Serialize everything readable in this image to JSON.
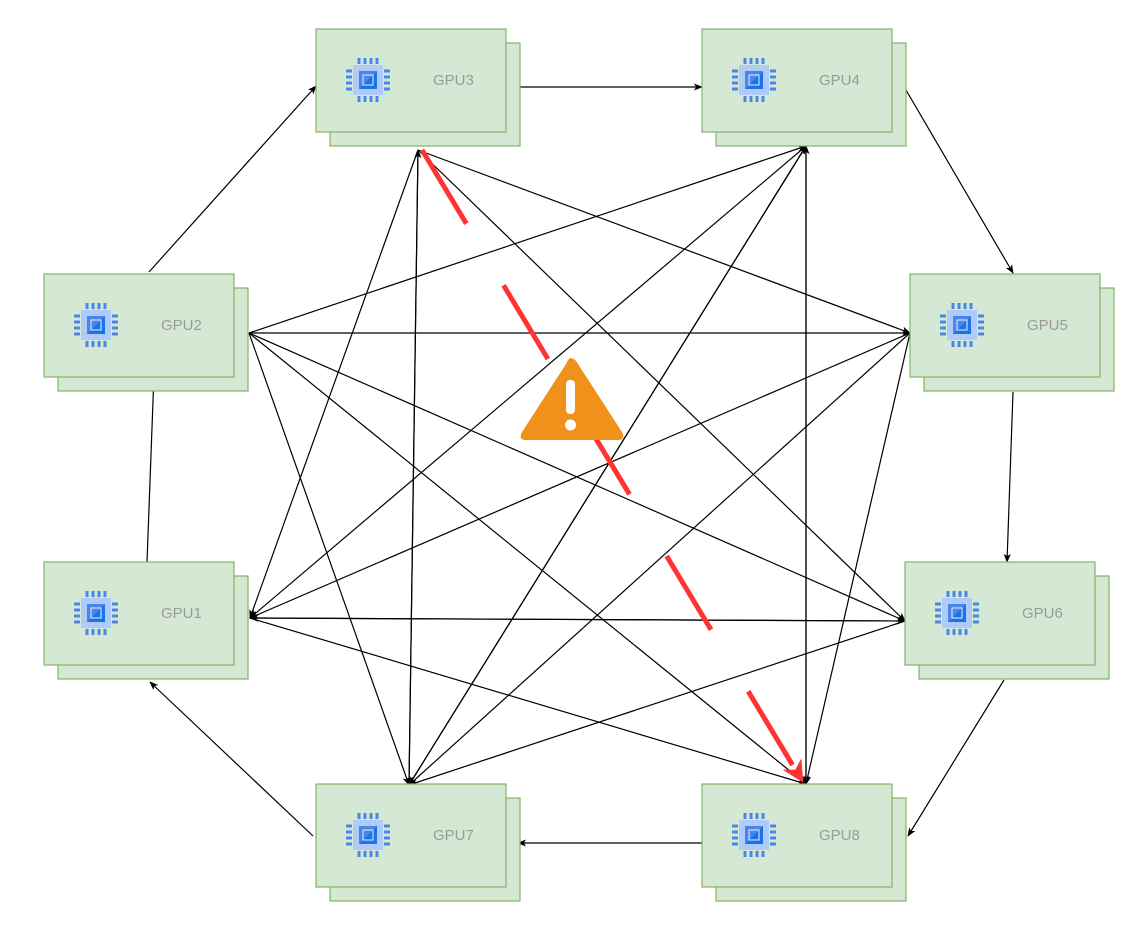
{
  "diagram": {
    "nodes": [
      {
        "id": "gpu1",
        "label": "GPU1",
        "icon": "chip-icon"
      },
      {
        "id": "gpu2",
        "label": "GPU2",
        "icon": "chip-icon"
      },
      {
        "id": "gpu3",
        "label": "GPU3",
        "icon": "chip-icon"
      },
      {
        "id": "gpu4",
        "label": "GPU4",
        "icon": "chip-icon"
      },
      {
        "id": "gpu5",
        "label": "GPU5",
        "icon": "chip-icon"
      },
      {
        "id": "gpu6",
        "label": "GPU6",
        "icon": "chip-icon"
      },
      {
        "id": "gpu7",
        "label": "GPU7",
        "icon": "chip-icon"
      },
      {
        "id": "gpu8",
        "label": "GPU8",
        "icon": "chip-icon"
      }
    ],
    "ring_edges": [
      {
        "from": "gpu1",
        "to": "gpu2"
      },
      {
        "from": "gpu2",
        "to": "gpu3"
      },
      {
        "from": "gpu3",
        "to": "gpu4"
      },
      {
        "from": "gpu4",
        "to": "gpu5"
      },
      {
        "from": "gpu5",
        "to": "gpu6"
      },
      {
        "from": "gpu6",
        "to": "gpu8"
      },
      {
        "from": "gpu8",
        "to": "gpu7"
      },
      {
        "from": "gpu7",
        "to": "gpu1"
      }
    ],
    "mesh_edges": [
      {
        "from": "gpu2",
        "to": "gpu4"
      },
      {
        "from": "gpu2",
        "to": "gpu5"
      },
      {
        "from": "gpu2",
        "to": "gpu6"
      },
      {
        "from": "gpu2",
        "to": "gpu7"
      },
      {
        "from": "gpu2",
        "to": "gpu8"
      },
      {
        "from": "gpu3",
        "to": "gpu1"
      },
      {
        "from": "gpu3",
        "to": "gpu5"
      },
      {
        "from": "gpu3",
        "to": "gpu6"
      },
      {
        "from": "gpu3",
        "to": "gpu7"
      },
      {
        "from": "gpu4",
        "to": "gpu1"
      },
      {
        "from": "gpu4",
        "to": "gpu7"
      },
      {
        "from": "gpu4",
        "to": "gpu8"
      },
      {
        "from": "gpu5",
        "to": "gpu1"
      },
      {
        "from": "gpu5",
        "to": "gpu7"
      },
      {
        "from": "gpu5",
        "to": "gpu8"
      },
      {
        "from": "gpu6",
        "to": "gpu1"
      },
      {
        "from": "gpu6",
        "to": "gpu7"
      },
      {
        "from": "gpu1",
        "to": "gpu6"
      },
      {
        "from": "gpu1",
        "to": "gpu8"
      },
      {
        "from": "gpu7",
        "to": "gpu3"
      },
      {
        "from": "gpu7",
        "to": "gpu4"
      },
      {
        "from": "gpu8",
        "to": "gpu4"
      }
    ],
    "highlighted_edge": {
      "from": "gpu3",
      "to": "gpu8",
      "style": "dashed",
      "color": "#ff3333"
    },
    "warning_icon": {
      "name": "warning-icon",
      "color": "#f0911c"
    },
    "colors": {
      "node_fill": "#d5e8d4",
      "node_stroke": "#82b366",
      "edge": "#000000",
      "icon_blue": "#4a86e8"
    }
  }
}
